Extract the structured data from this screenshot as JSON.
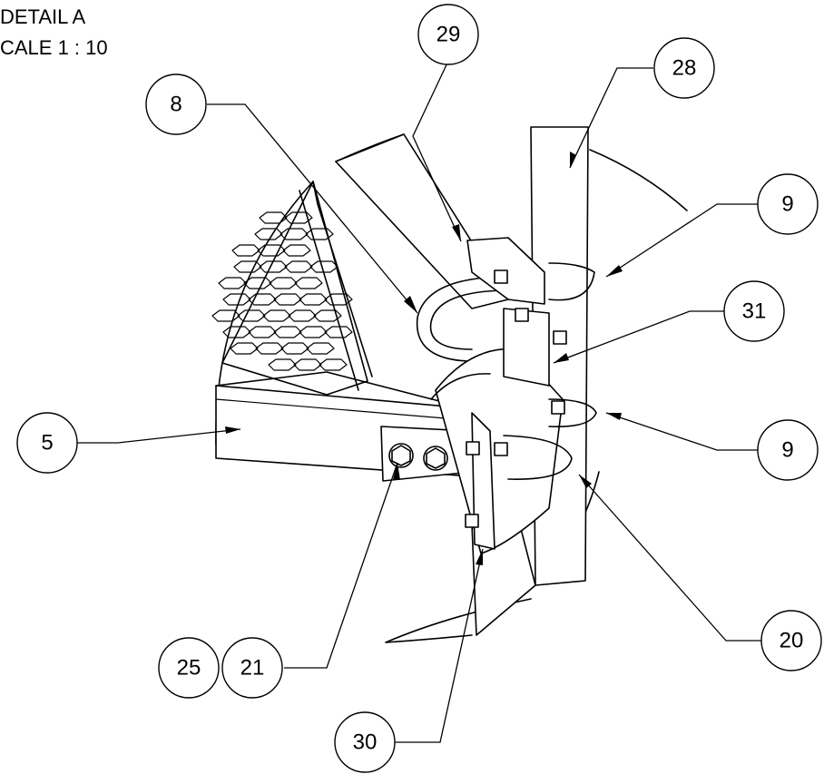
{
  "title": {
    "line1": "DETAIL A",
    "line2": "CALE 1 : 10"
  },
  "balloons": [
    {
      "id": "b29",
      "label": "29"
    },
    {
      "id": "b28",
      "label": "28"
    },
    {
      "id": "b8",
      "label": "8"
    },
    {
      "id": "b9a",
      "label": "9"
    },
    {
      "id": "b31",
      "label": "31"
    },
    {
      "id": "b5",
      "label": "5"
    },
    {
      "id": "b9b",
      "label": "9"
    },
    {
      "id": "b25",
      "label": "25"
    },
    {
      "id": "b21",
      "label": "21"
    },
    {
      "id": "b20",
      "label": "20"
    },
    {
      "id": "b30",
      "label": "30"
    }
  ]
}
